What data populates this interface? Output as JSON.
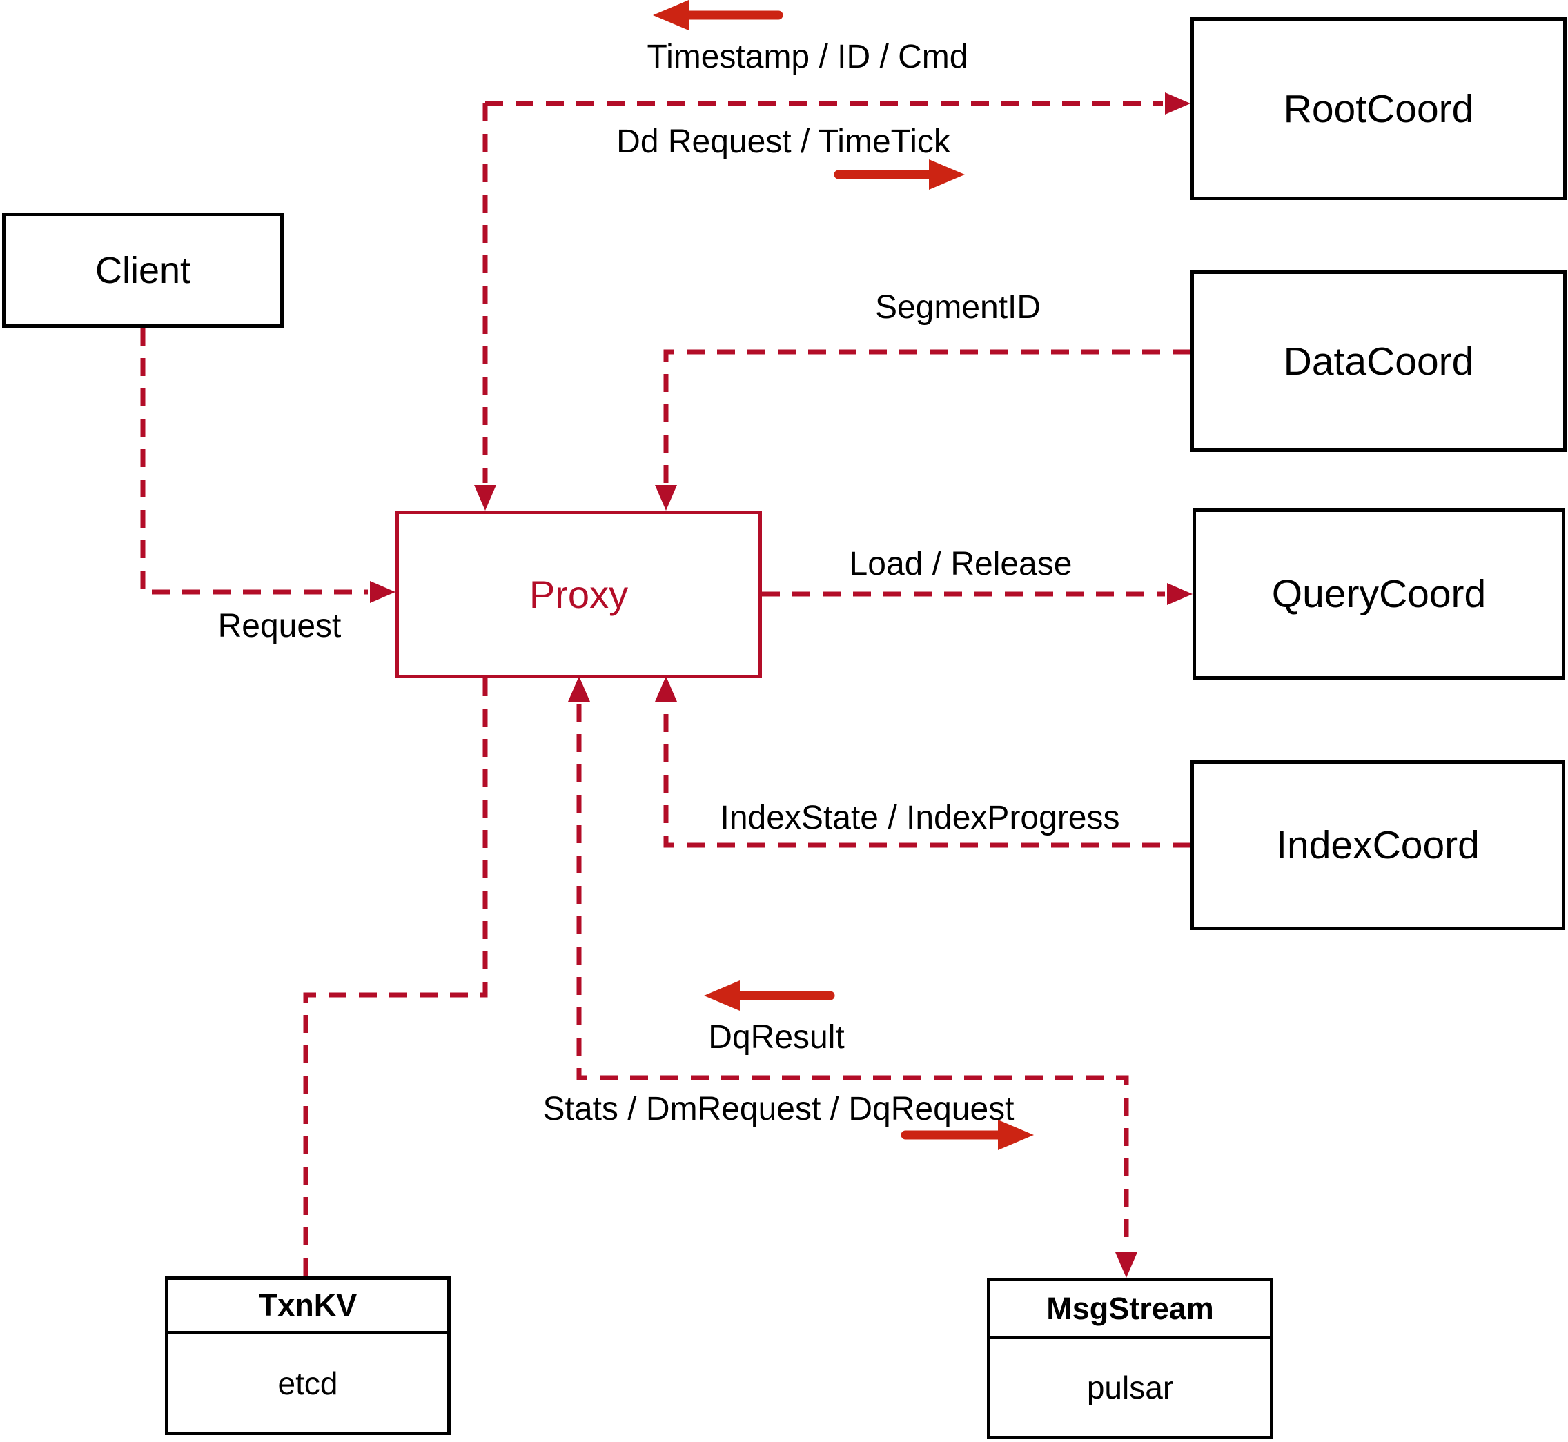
{
  "diagram": {
    "colors": {
      "line_red": "#b30d28",
      "arrow_red": "#cc2413",
      "box_border": "#000000",
      "text": "#000000",
      "background": "#ffffff"
    },
    "nodes": {
      "client": {
        "label": "Client"
      },
      "proxy": {
        "label": "Proxy"
      },
      "root_coord": {
        "label": "RootCoord"
      },
      "data_coord": {
        "label": "DataCoord"
      },
      "query_coord": {
        "label": "QueryCoord"
      },
      "index_coord": {
        "label": "IndexCoord"
      },
      "txn_kv": {
        "title": "TxnKV",
        "body": "etcd"
      },
      "msg_stream": {
        "title": "MsgStream",
        "body": "pulsar"
      }
    },
    "edge_labels": {
      "timestamp_id_cmd": "Timestamp / ID / Cmd",
      "dd_request_timetick": "Dd Request / TimeTick",
      "segment_id": "SegmentID",
      "load_release": "Load / Release",
      "request": "Request",
      "index_state_progress": "IndexState / IndexProgress",
      "dq_result": "DqResult",
      "stats_dm_dq_request": "Stats / DmRequest / DqRequest"
    }
  }
}
